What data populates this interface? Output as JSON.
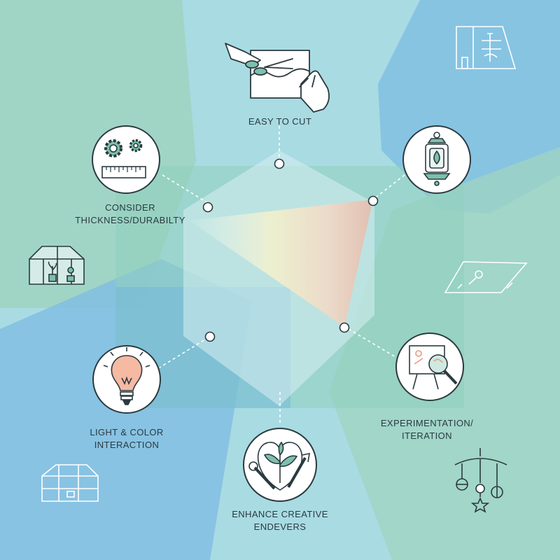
{
  "colors": {
    "ink": "#2b3a3f",
    "sea": "#a9dbe3",
    "green_panel": "#9fd2c2",
    "blue_panel": "#7dbbe0",
    "bulb_glow": "#f6b9a2",
    "icon_fill": "#7cc0ad"
  },
  "nodes": [
    {
      "id": "easy-to-cut",
      "icon": "scissors-cutting-paper-icon",
      "lines": [
        "EASY TO CUT"
      ]
    },
    {
      "id": "lantern",
      "icon": "lantern-icon",
      "lines": []
    },
    {
      "id": "experimentation",
      "icon": "presentation-magnifier-icon",
      "lines": [
        "EXPERIMENTATION/",
        "ITERATION"
      ]
    },
    {
      "id": "enhance-creative",
      "icon": "heart-plant-tools-icon",
      "lines": [
        "ENHANCE CREATIVE",
        "ENDEVERS"
      ]
    },
    {
      "id": "light-color",
      "icon": "light-bulb-icon",
      "lines": [
        "LIGHT & COLOR",
        "INTERACTION"
      ]
    },
    {
      "id": "thickness",
      "icon": "gears-ruler-icon",
      "lines": [
        "CONSIDER",
        "THICKNESS/DURABILTY"
      ]
    }
  ],
  "decorations": [
    "easel-board-icon",
    "greenhouse-icon",
    "tilted-frame-icon",
    "greenhouse-outline-icon",
    "hanging-mobile-icon"
  ]
}
